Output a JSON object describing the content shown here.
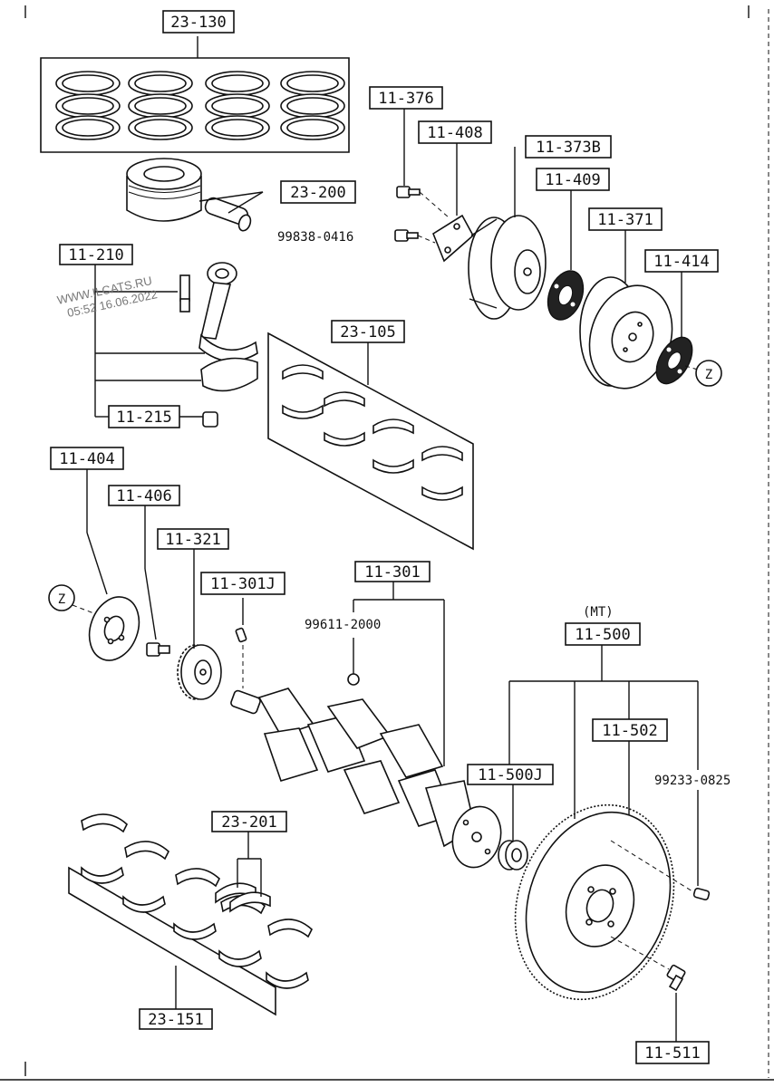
{
  "labels": {
    "l23_130": "23-130",
    "l23_200": "23-200",
    "l11_210": "11-210",
    "l11_215": "11-215",
    "l23_105": "23-105",
    "l11_376": "11-376",
    "l11_408": "11-408",
    "l11_373b": "11-373B",
    "l11_409": "11-409",
    "l11_371": "11-371",
    "l11_414": "11-414",
    "l11_404": "11-404",
    "l11_406": "11-406",
    "l11_321": "11-321",
    "l11_301j": "11-301J",
    "l11_301": "11-301",
    "l11_500": "11-500",
    "l11_502": "11-502",
    "l11_500j": "11-500J",
    "l23_201": "23-201",
    "l23_151": "23-151",
    "l11_511": "11-511"
  },
  "free_text": {
    "p99838": "99838-0416",
    "p99611": "99611-2000",
    "p99233": "99233-0825",
    "mt": "(MT)",
    "z_marker": "Z"
  },
  "watermark": {
    "line1": "WWW.ILCATS.RU",
    "line2": "05:52 16.06.2022"
  }
}
